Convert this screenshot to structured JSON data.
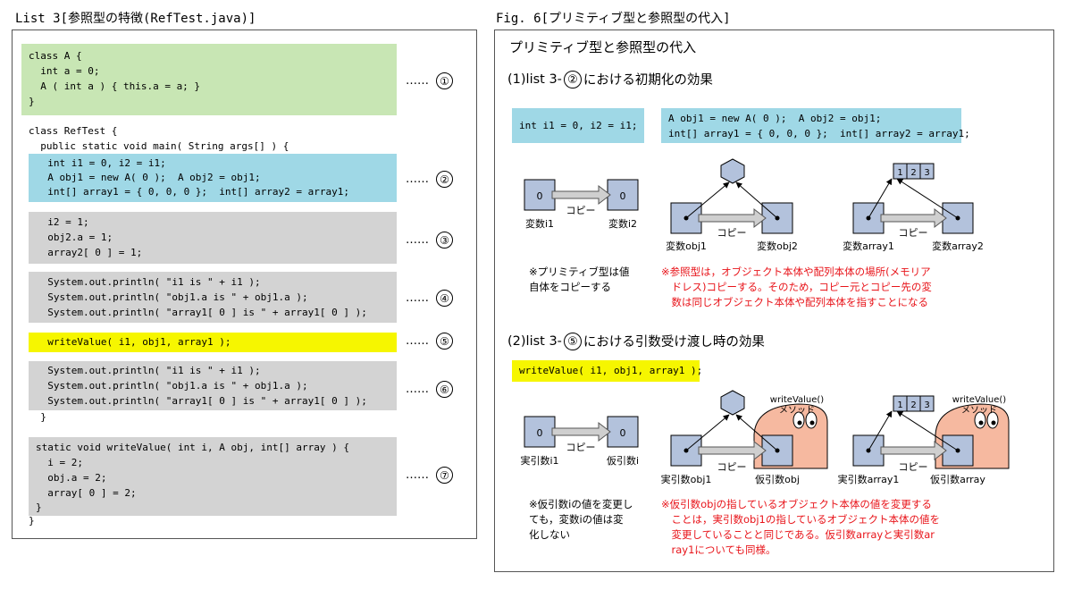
{
  "list": {
    "caption": "List 3[参照型の特徴(RefTest.java)]",
    "blocks": [
      {
        "lines": [
          "class A {",
          "  int a = 0;",
          "  A ( int a ) { this.a = a; }",
          "}"
        ],
        "marker": "①"
      },
      {
        "lines": [
          "  int i1 = 0, i2 = i1;",
          "  A obj1 = new A( 0 );  A obj2 = obj1;",
          "  int[] array1 = { 0, 0, 0 };  int[] array2 = array1;"
        ],
        "marker": "②"
      },
      {
        "lines": [
          "  i2 = 1;",
          "  obj2.a = 1;",
          "  array2[ 0 ] = 1;"
        ],
        "marker": "③"
      },
      {
        "lines": [
          "  System.out.println( \"i1 is \" + i1 );",
          "  System.out.println( \"obj1.a is \" + obj1.a );",
          "  System.out.println( \"array1[ 0 ] is \" + array1[ 0 ] );"
        ],
        "marker": "④"
      },
      {
        "lines": [
          "  writeValue( i1, obj1, array1 );"
        ],
        "marker": "⑤"
      },
      {
        "lines": [
          "  System.out.println( \"i1 is \" + i1 );",
          "  System.out.println( \"obj1.a is \" + obj1.a );",
          "  System.out.println( \"array1[ 0 ] is \" + array1[ 0 ] );"
        ],
        "marker": "⑥"
      },
      {
        "lines": [
          "static void writeValue( int i, A obj, int[] array ) {",
          "  i = 2;",
          "  obj.a = 2;",
          "  array[ 0 ] = 2;",
          "}"
        ],
        "marker": "⑦"
      }
    ],
    "plain_lines": {
      "class_open": "class RefTest {",
      "main_open": "  public static void main( String args[] ) {",
      "main_close": "  }",
      "class_close": "}"
    },
    "dots": "……"
  },
  "fig": {
    "caption": "Fig. 6[プリミティブ型と参照型の代入]",
    "title": "プリミティブ型と参照型の代入",
    "section1": {
      "heading_pre": "(1)list 3-",
      "heading_marker": "②",
      "heading_post": "における初期化の効果",
      "code_left": "int i1 = 0, i2 = i1;",
      "code_right": [
        "A obj1 = new A( 0 );  A obj2 = obj1;",
        "int[] array1 = { 0, 0, 0 };  int[] array2 = array1;"
      ],
      "box_value_left": "0",
      "box_value_right": "0",
      "copy_label": "コピー",
      "var_i1": "変数i1",
      "var_i2": "変数i2",
      "var_obj1": "変数obj1",
      "var_obj2": "変数obj2",
      "var_array1": "変数array1",
      "var_array2": "変数array2",
      "array_cells": [
        "1",
        "2",
        "3"
      ],
      "note_black": [
        "※プリミティブ型は値",
        "自体をコピーする"
      ],
      "note_red": [
        "※参照型は，オブジェクト本体や配列本体の場所(メモリア",
        "　ドレス)コピーする。そのため，コピー元とコピー先の変",
        "　数は同じオブジェクト本体や配列本体を指すことになる"
      ]
    },
    "section2": {
      "heading_pre": "(2)list 3-",
      "heading_marker": "⑤",
      "heading_post": "における引数受け渡し時の効果",
      "code": "writeValue( i1, obj1, array1 );",
      "box_value_left": "0",
      "box_value_right": "0",
      "copy_label": "コピー",
      "method_label_1": "writeValue()",
      "method_label_2": "メソッド",
      "arg_i1": "実引数i1",
      "param_i": "仮引数i",
      "arg_obj1": "実引数obj1",
      "param_obj": "仮引数obj",
      "arg_array1": "実引数array1",
      "param_array": "仮引数array",
      "array_cells": [
        "1",
        "2",
        "3"
      ],
      "note_black": [
        "※仮引数iの値を変更し",
        "ても，変数iの値は変",
        "化しない"
      ],
      "note_red": [
        "※仮引数objの指しているオブジェクト本体の値を変更する",
        "　ことは，実引数obj1の指しているオブジェクト本体の値を",
        "　変更していることと同じである。仮引数arrayと実引数ar",
        "　ray1についても同様。"
      ]
    }
  },
  "colors": {
    "green": "#c8e6b4",
    "blue": "#9fd8e6",
    "gray": "#d3d3d3",
    "yellow": "#f6f600",
    "box": "#b3c2dc",
    "method": "#f6b9a0",
    "red": "#e8141a"
  }
}
